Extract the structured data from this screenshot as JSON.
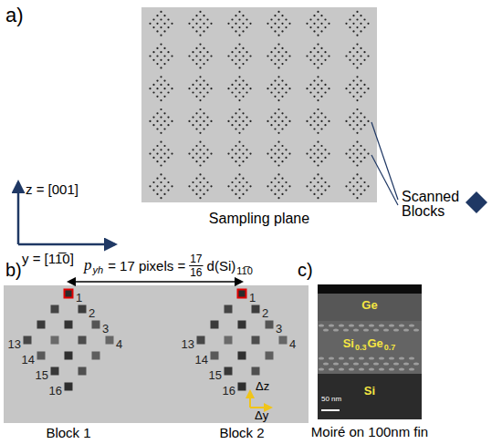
{
  "diagram": {
    "nodes": [
      {
        "text": [
          "Sampling plane"
        ]
      },
      {
        "text": [
          "Block 1",
          "Block 2"
        ]
      },
      {
        "text": [
          "Ge",
          "Si",
          "0.3",
          "Ge",
          "0.7",
          "Si",
          "50 nm",
          "Moiré on 100nm fin"
        ]
      }
    ],
    "labels": [
      "a)",
      "z = [001]",
      "y = [11̅0]",
      "Scanned Blocks",
      "b)",
      "p",
      "yh",
      "= 17 pixels =",
      "17",
      "16",
      "d(Si)",
      "11̅0",
      "1",
      "2",
      "3",
      "4",
      "13",
      "14",
      "15",
      "16",
      "1",
      "2",
      "3",
      "4",
      "13",
      "14",
      "15",
      "16",
      "Δy",
      "Δz",
      "c)"
    ]
  }
}
